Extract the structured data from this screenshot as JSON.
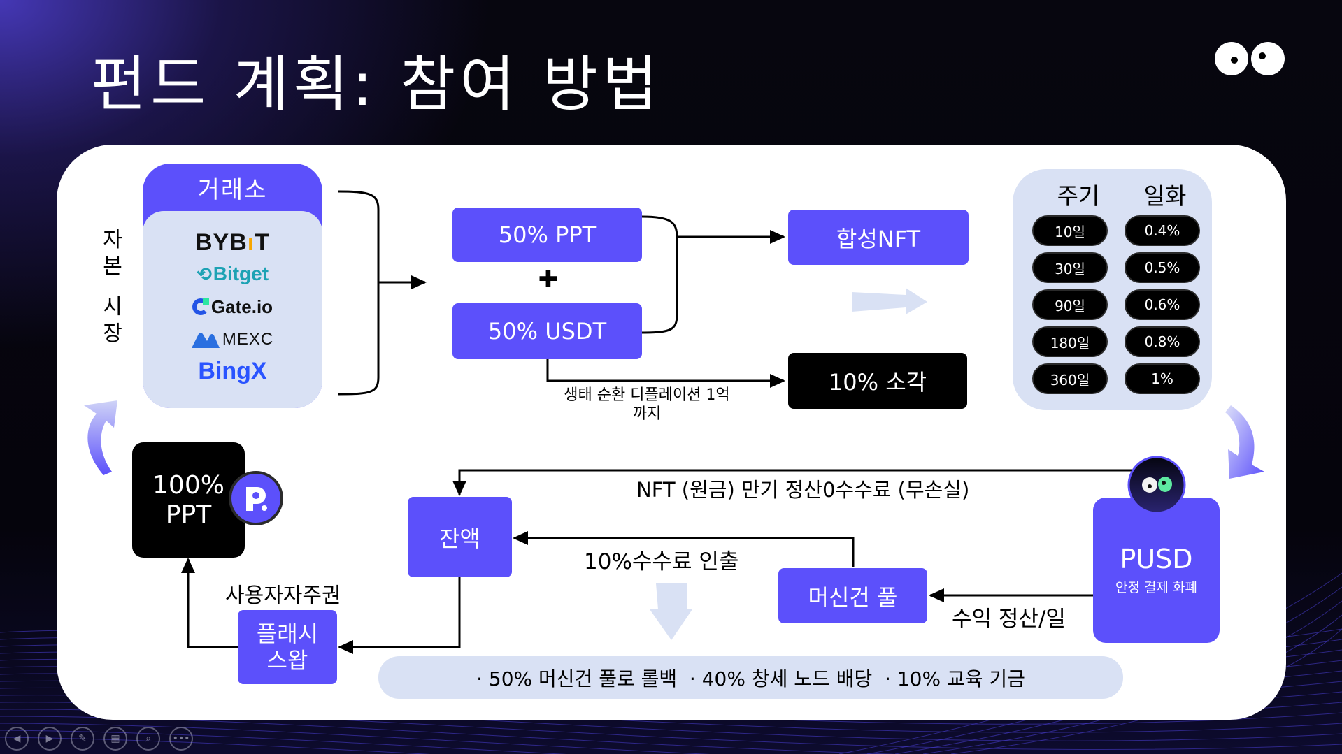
{
  "slide": {
    "title": "펀드 계획: 참여 방법"
  },
  "left_label": {
    "chars": [
      "자",
      "본",
      "시",
      "장"
    ]
  },
  "exchange_card": {
    "header": "거래소",
    "exchanges": [
      "BYBIT",
      "Bitget",
      "Gate.io",
      "MEXC",
      "BingX"
    ]
  },
  "composition": {
    "ppt_share": "50% PPT",
    "plus_symbol": "✚",
    "usdt_share": "50% USDT"
  },
  "outputs": {
    "synthetic_nft": "합성NFT",
    "burn": "10% 소각",
    "burn_note_line1": "생태 순환 디플레이션 1억",
    "burn_note_line2": "까지"
  },
  "yield_table": {
    "headers": [
      "주기",
      "일화"
    ],
    "rows": [
      {
        "period": "10일",
        "daily": "0.4%"
      },
      {
        "period": "30일",
        "daily": "0.5%"
      },
      {
        "period": "90일",
        "daily": "0.6%"
      },
      {
        "period": "180일",
        "daily": "0.8%"
      },
      {
        "period": "360일",
        "daily": "1%"
      }
    ]
  },
  "pusd": {
    "name": "PUSD",
    "subtitle": "안정 결제 화폐"
  },
  "flow": {
    "maturity_label": "NFT (원금) 만기 정산0수수료 (무손실)",
    "balance": "잔액",
    "withdraw_label": "10%수수료 인출",
    "machine_pool": "머신건 풀",
    "income_label": "수익 정산/일",
    "flash_swap_line1": "플래시",
    "flash_swap_line2": "스왑",
    "sovereignty_label": "사용자자주권",
    "ppt_full_line1": "100%",
    "ppt_full_line2": "PPT"
  },
  "distribution_bar": {
    "text": "· 50% 머신건 풀로 롤백  · 40% 창세 노드 배당  · 10% 교육 기금"
  },
  "colors": {
    "accent_purple": "#5c50fb",
    "light_blue": "#d9e1f4",
    "black": "#000000",
    "bybit_orange": "#f7a600",
    "bitget_teal": "#1da2b4",
    "gate_blue": "#2354e6",
    "bingx_blue": "#2a54ff",
    "eye_green": "#5ee8a1"
  },
  "toolbar": {
    "buttons": [
      "previous",
      "next",
      "pen",
      "slides",
      "zoom",
      "more"
    ]
  }
}
